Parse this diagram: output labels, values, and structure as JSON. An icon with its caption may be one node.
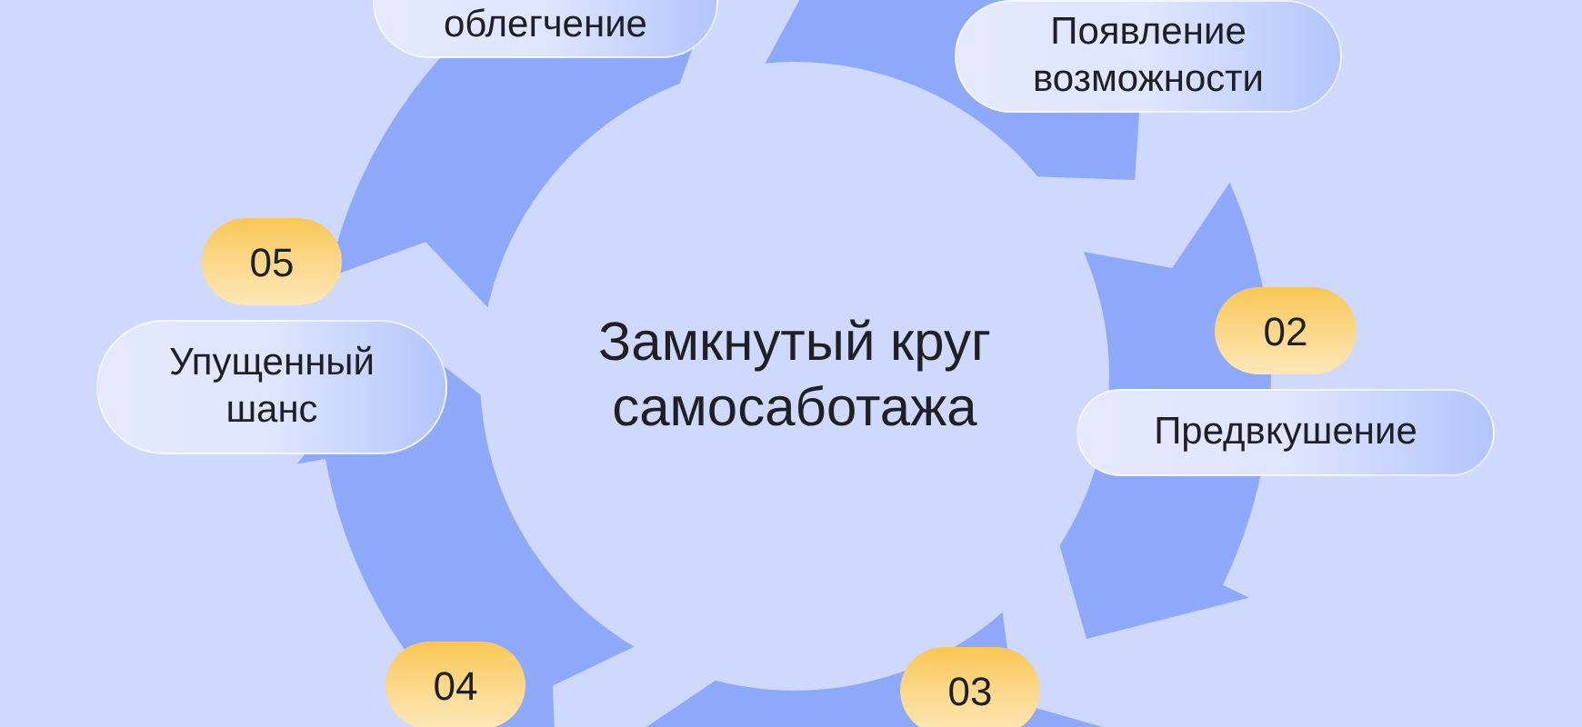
{
  "diagram": {
    "nodes": [
      {
        "text": [
          "Замкнутый круг самосаботажа"
        ]
      },
      {
        "text": [
          "облегчение"
        ]
      },
      {
        "text": [
          "Появление возможности"
        ]
      },
      {
        "text": [
          "02"
        ]
      },
      {
        "text": [
          "Предвкушение"
        ]
      },
      {
        "text": [
          "03"
        ]
      },
      {
        "text": [
          "04"
        ]
      },
      {
        "text": [
          "05"
        ]
      },
      {
        "text": [
          "Упущенный шанс"
        ]
      }
    ]
  }
}
